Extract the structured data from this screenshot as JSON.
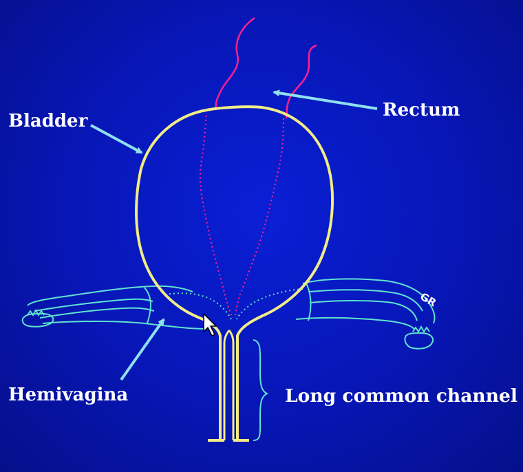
{
  "labels": {
    "bladder": "Bladder",
    "rectum": "Rectum",
    "hemivagina": "Hemivagina",
    "long_common_channel": "Long common channel",
    "initials": "GR"
  },
  "colors": {
    "background": "#0716b4",
    "bladder_outline": "#f2ec86",
    "rectum": "#ff1f8f",
    "hemivagina_outline": "#5fe3d0",
    "arrow": "#8fe0ee",
    "label_text": "#ffffff"
  },
  "icons": {
    "cursor": "mouse-pointer-icon"
  }
}
